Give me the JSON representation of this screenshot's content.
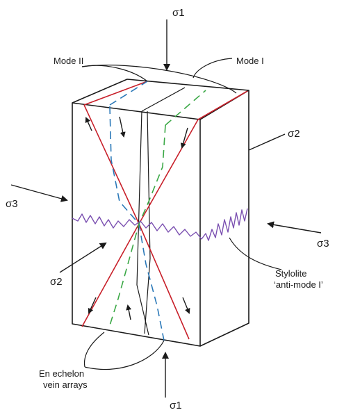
{
  "labels": {
    "sigma1_top": "σ1",
    "sigma1_bottom": "σ1",
    "sigma2_right": "σ2",
    "sigma2_left": "σ2",
    "sigma3_left": "σ3",
    "sigma3_right": "σ3",
    "mode2": "Mode II",
    "mode1": "Mode I",
    "stylolite_line1": "Stylolite",
    "stylolite_line2": "‘anti-mode I’",
    "vein_line1": "En echelon",
    "vein_line2": "vein arrays"
  },
  "colors": {
    "shear_fractures": "#c8202a",
    "veins_blue": "#2a78b8",
    "veins_green": "#3aa845",
    "stylolite": "#7a4fb0",
    "outline": "#1a1a1a"
  }
}
